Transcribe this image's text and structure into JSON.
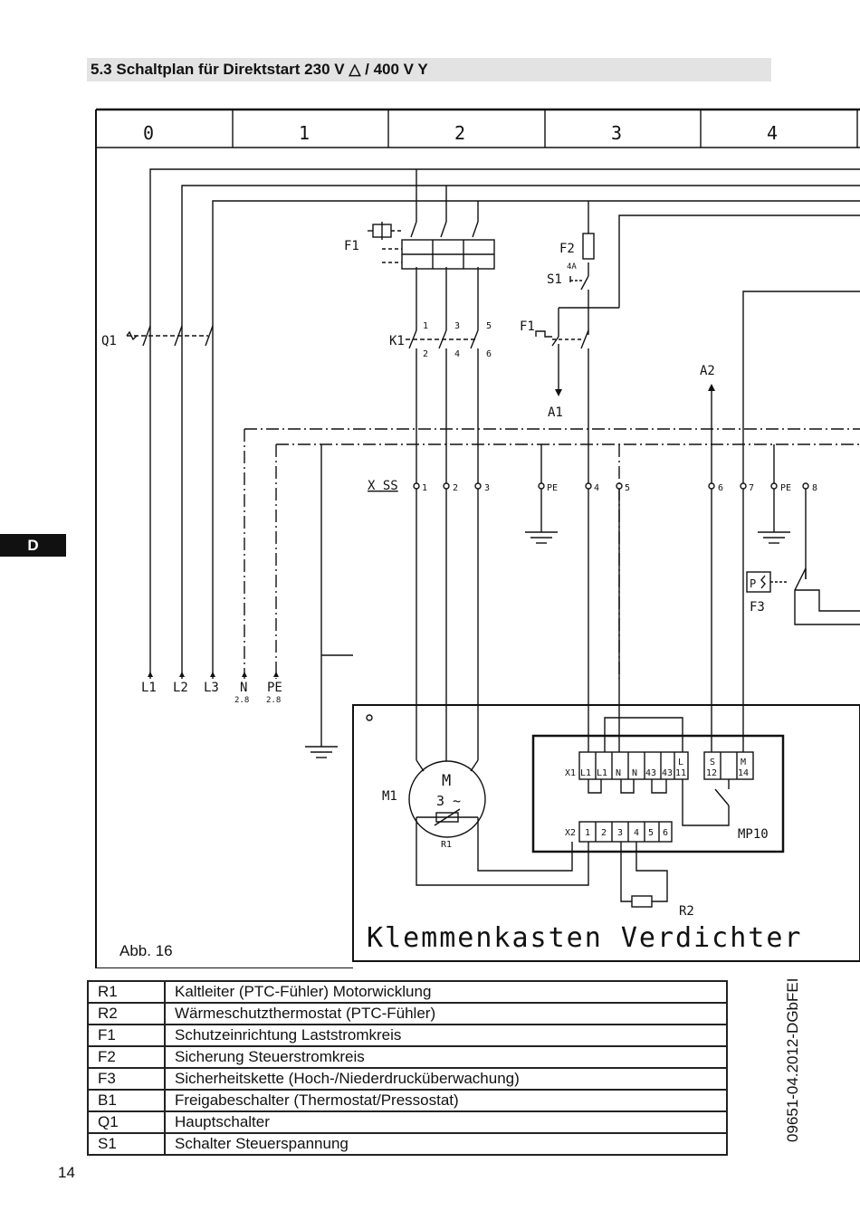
{
  "section": {
    "title": "5.3  Schaltplan für Direktstart 230 V △ / 400 V Y"
  },
  "side_tab": "D",
  "grid": {
    "columns": [
      "0",
      "1",
      "2",
      "3",
      "4"
    ]
  },
  "diagram": {
    "labels": {
      "q1": "Q1",
      "f1_top": "F1",
      "f2": "F2",
      "f2_rating": "4A",
      "s1": "S1",
      "k1": "K1",
      "f1_mid": "F1",
      "a1": "A1",
      "a2": "A2",
      "xss": "X SS",
      "f3": "F3",
      "f3_symbol": "P",
      "m1": "M1",
      "motor_m": "M",
      "motor_phase": "3 ~",
      "r1": "R1",
      "r2": "R2",
      "mp10": "MP10",
      "k1_top": [
        "1",
        "3",
        "5"
      ],
      "k1_bottom": [
        "2",
        "4",
        "6"
      ],
      "xss_terminals": [
        "1",
        "2",
        "3",
        "PE",
        "4",
        "5",
        "6",
        "7",
        "PE",
        "8"
      ],
      "supply": [
        "L1",
        "L2",
        "L3",
        "N",
        "PE"
      ],
      "supply_refs": [
        "2.8",
        "2.8"
      ],
      "x1_prefix": "X1",
      "x1_terminals": [
        "L1",
        "L1",
        "N",
        "N",
        "43",
        "43",
        "11",
        "12",
        "14"
      ],
      "x1_top": [
        "L",
        "S",
        "M"
      ],
      "x2_prefix": "X2",
      "x2_terminals": [
        "1",
        "2",
        "3",
        "4",
        "5",
        "6"
      ],
      "box_title": "Klemmenkasten Verdichter",
      "figure_caption": "Abb. 16"
    }
  },
  "legend": [
    {
      "code": "R1",
      "text": "Kaltleiter (PTC-Fühler) Motorwicklung"
    },
    {
      "code": "R2",
      "text": "Wärmeschutzthermostat (PTC-Fühler)"
    },
    {
      "code": "F1",
      "text": "Schutzeinrichtung Laststromkreis"
    },
    {
      "code": "F2",
      "text": "Sicherung Steuerstromkreis"
    },
    {
      "code": "F3",
      "text": "Sicherheitskette (Hoch-/Niederdrucküberwachung)"
    },
    {
      "code": "B1",
      "text": "Freigabeschalter (Thermostat/Pressostat)"
    },
    {
      "code": "Q1",
      "text": "Hauptschalter"
    },
    {
      "code": "S1",
      "text": "Schalter Steuerspannung"
    }
  ],
  "doc_code": "09651-04.2012-DGbFEI",
  "page_number": "14"
}
